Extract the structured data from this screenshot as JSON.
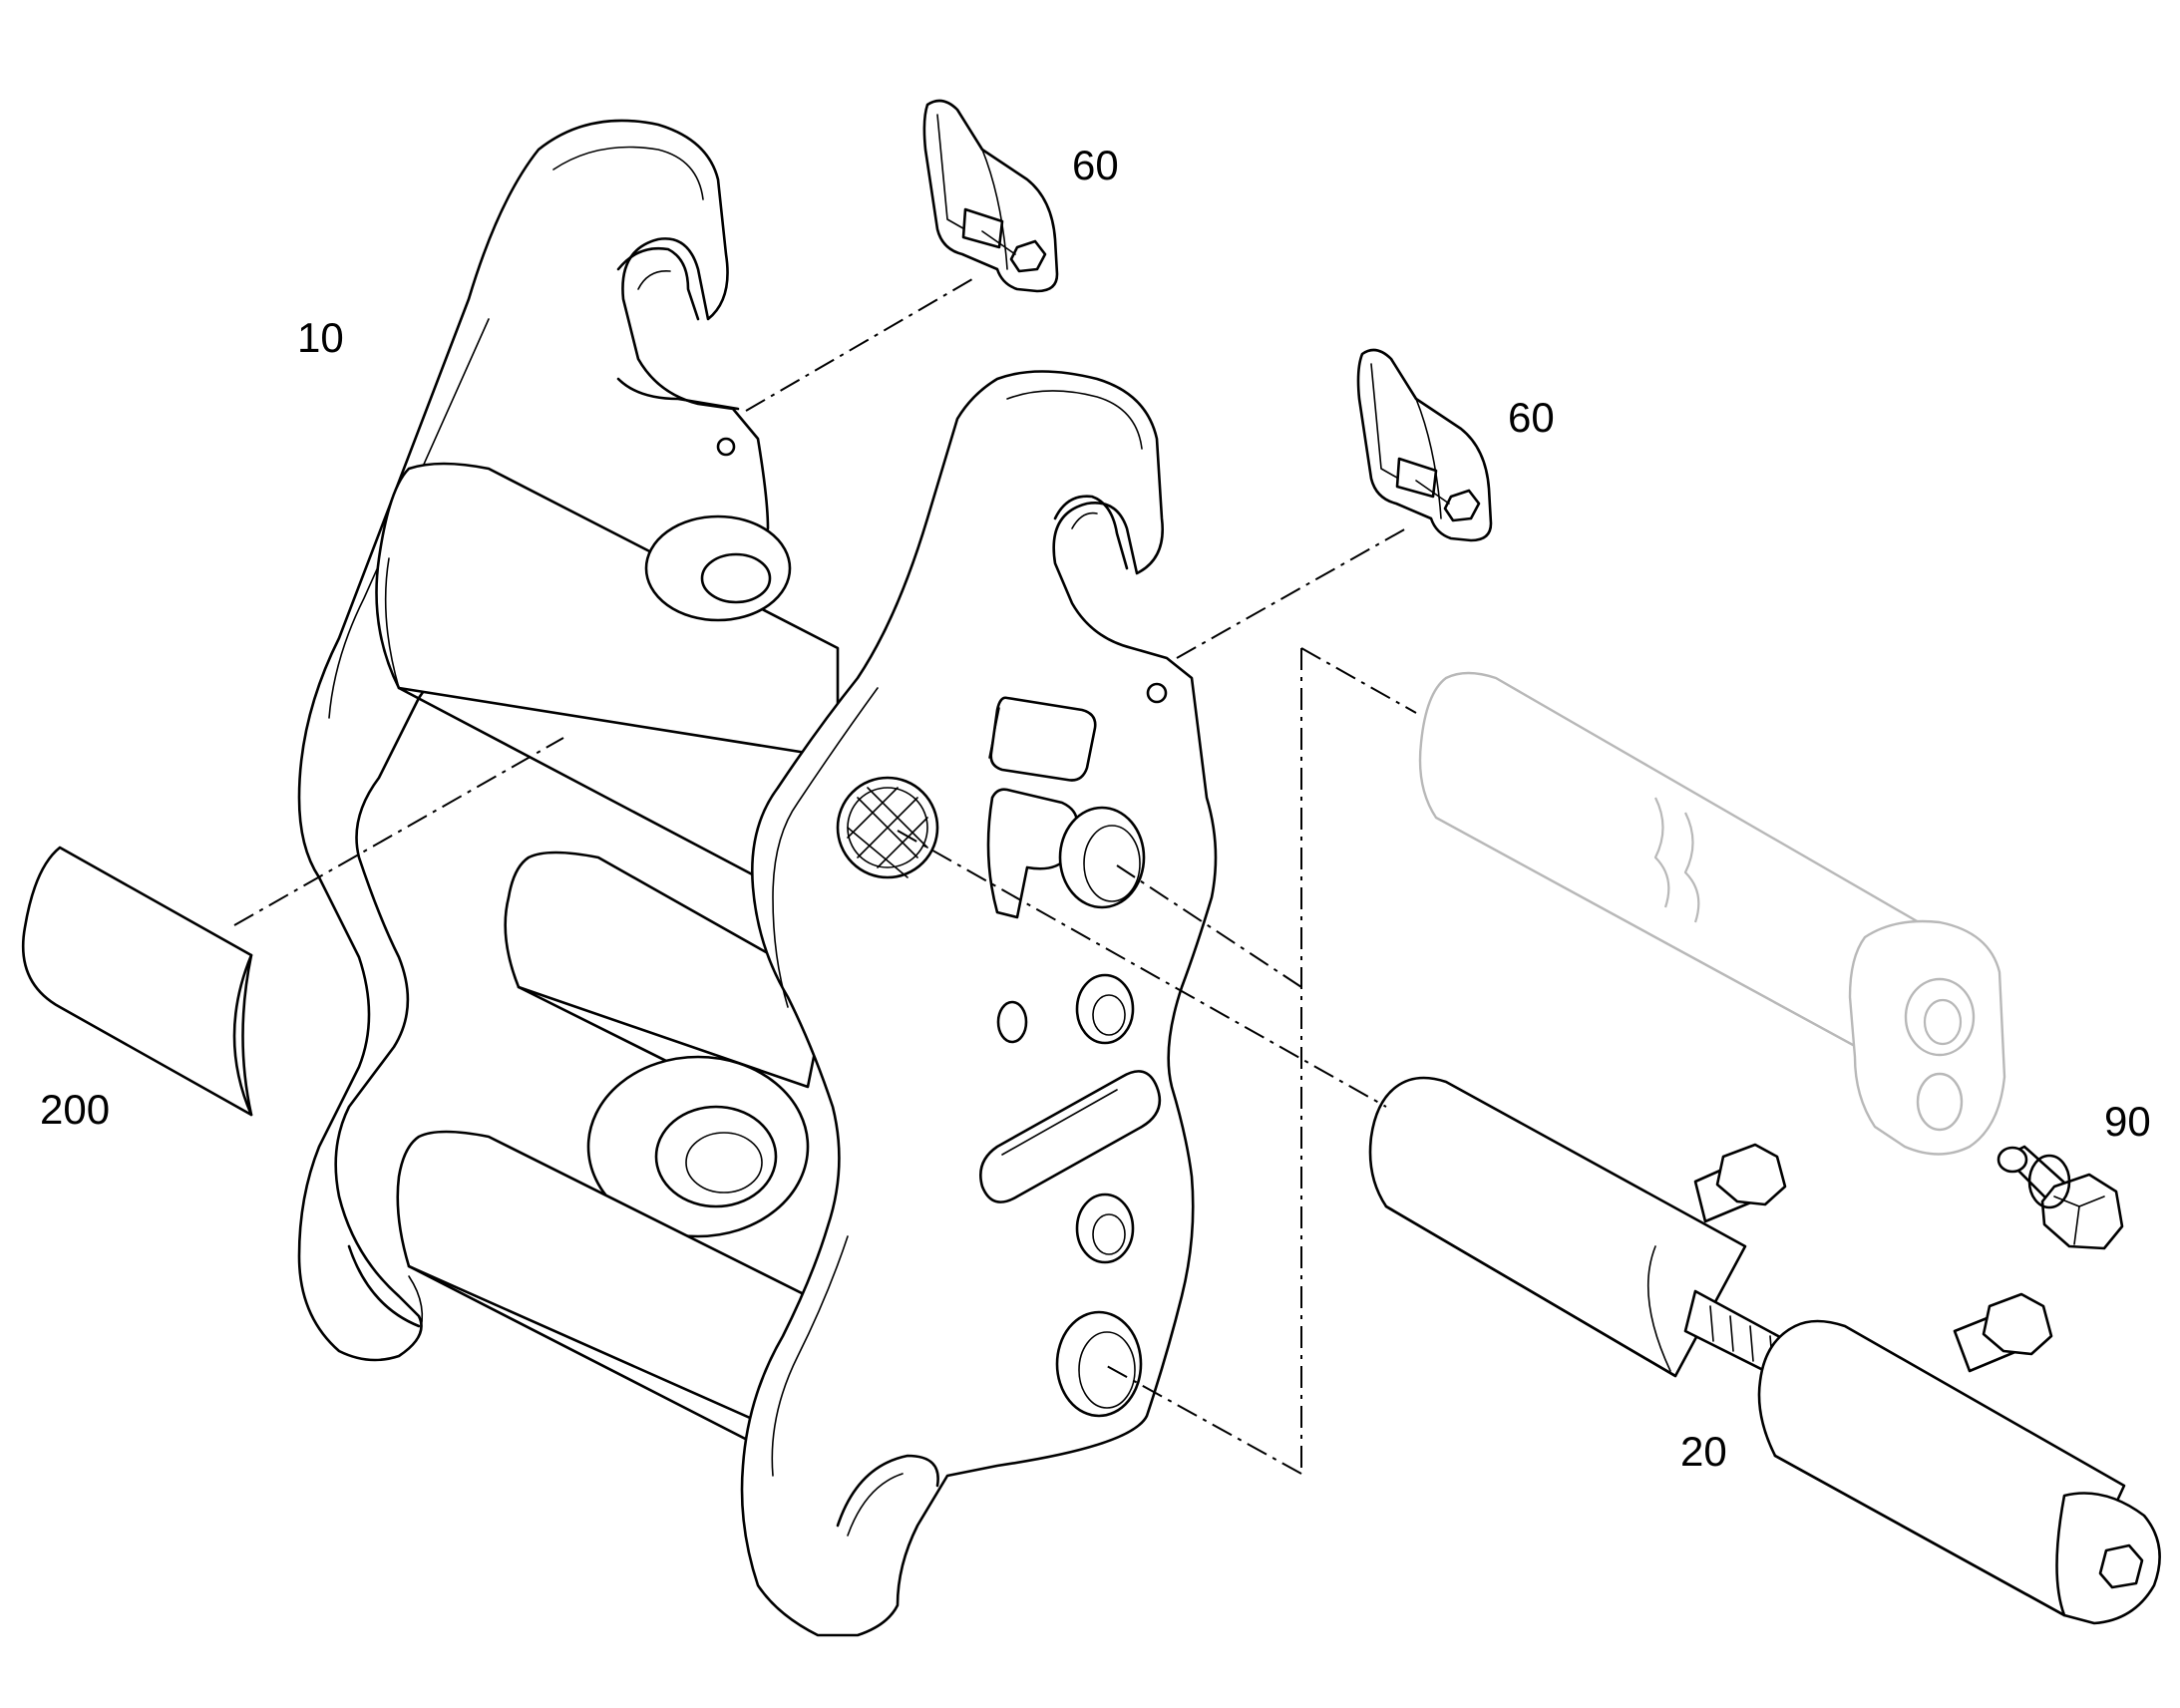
{
  "callouts": {
    "part_10": "10",
    "part_60_upper": "60",
    "part_60_lower": "60",
    "part_200": "200",
    "part_90": "90",
    "part_20": "20"
  }
}
